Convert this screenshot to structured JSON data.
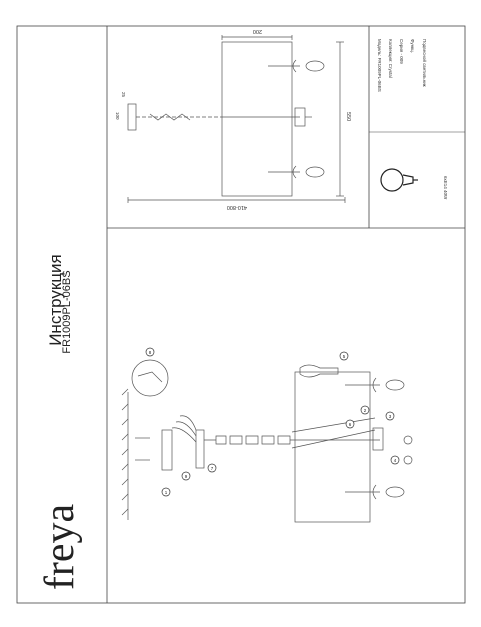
{
  "brand": {
    "logo_text": "freya"
  },
  "title": {
    "heading": "Инструкция",
    "model": "FR1009PL-06BS"
  },
  "specs": {
    "model_label": "Модель:",
    "model_value": "FR1009PL-06BS",
    "collection_label": "Коллекция:",
    "collection_value": "Crystal",
    "series_label": "Серия",
    "series_value": "Серия - 009",
    "function_label": "Функц.",
    "function_value": "Подвесной светильник"
  },
  "lamp": {
    "spec": "6xE14 40W"
  },
  "dimensions": {
    "width_range": "410-800",
    "depth": "200",
    "length": "550",
    "canopy_height": "100",
    "canopy_width": "25"
  },
  "callouts": [
    "1",
    "2",
    "3",
    "4",
    "5",
    "6",
    "7",
    "8",
    "9"
  ]
}
